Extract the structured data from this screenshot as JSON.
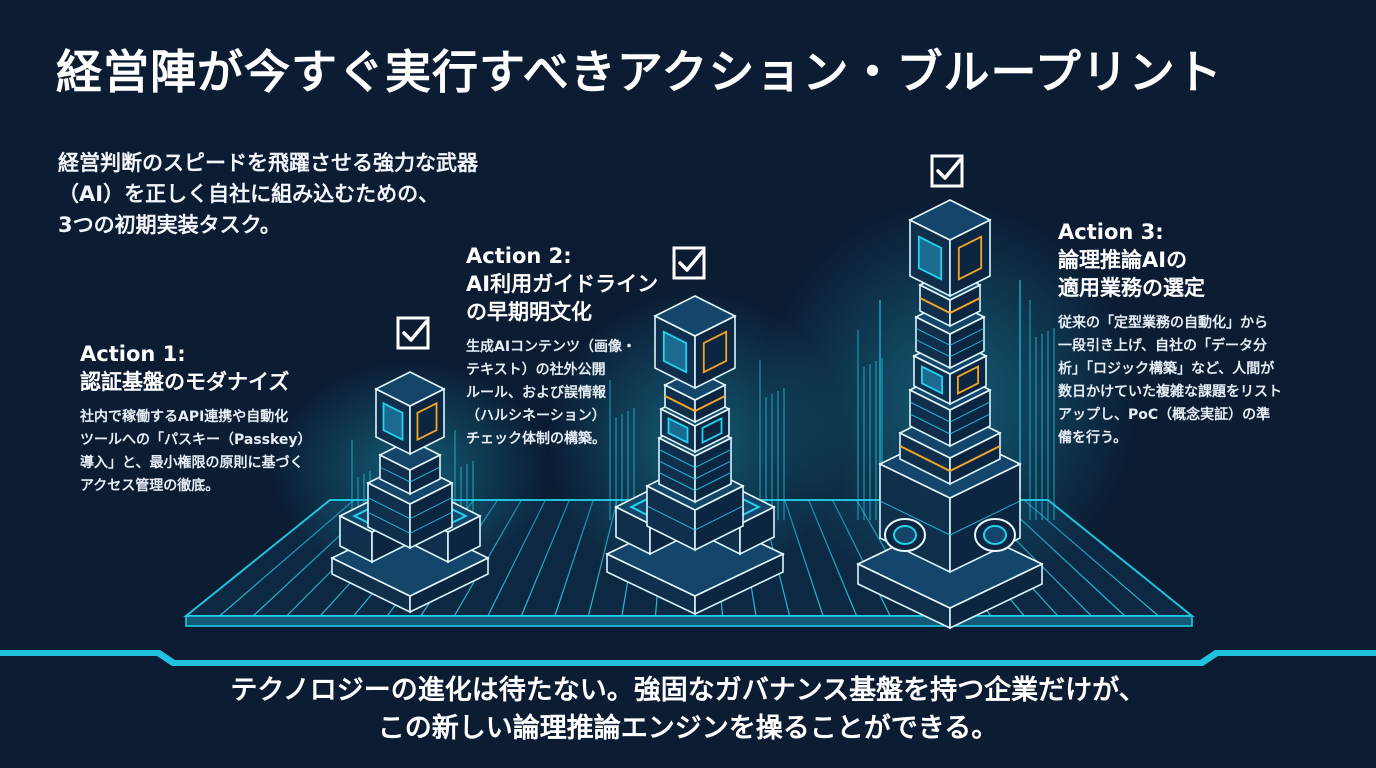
{
  "title": "経営陣が今すぐ実行すべきアクション・ブループリント",
  "intro": {
    "line1": "経営判断のスピードを飛躍させる強力な武器",
    "line2": "（AI）を正しく自社に組み込むための、",
    "line3": "3つの初期実装タスク。"
  },
  "actions": [
    {
      "label": "Action 1:",
      "heading_lines": [
        "認証基盤のモダナイズ"
      ],
      "desc_lines": [
        "社内で稼働するAPI連携や自動化",
        "ツールへの「パスキー（Passkey）",
        "導入」と、最小権限の原則に基づく",
        "アクセス管理の徹底。"
      ]
    },
    {
      "label": "Action 2:",
      "heading_lines": [
        "AI利用ガイドライン",
        "の早期明文化"
      ],
      "desc_lines": [
        "生成AIコンテンツ（画像・",
        "テキスト）の社外公開",
        "ルール、および誤情報",
        "（ハルシネーション）",
        "チェック体制の構築。"
      ]
    },
    {
      "label": "Action 3:",
      "heading_lines": [
        "論理推論AIの",
        "適用業務の選定"
      ],
      "desc_lines": [
        "従来の「定型業務の自動化」から",
        "一段引き上げ、自社の「データ分",
        "析」「ロジック構築」など、人間が",
        "数日かけていた複雑な課題をリスト",
        "アップし、PoC（概念実証）の準",
        "備を行う。"
      ]
    }
  ],
  "footer": {
    "line1": "テクノロジーの進化は待たない。強固なガバナンス基盤を持つ企業だけが、",
    "line2": "この新しい論理推論エンジンを操ることができる。"
  },
  "colors": {
    "background": "#0b1c33",
    "cyan": "#22d3ee",
    "orange": "#f5a524",
    "text": "#ffffff"
  },
  "icons": [
    "checkbox-check-icon"
  ]
}
